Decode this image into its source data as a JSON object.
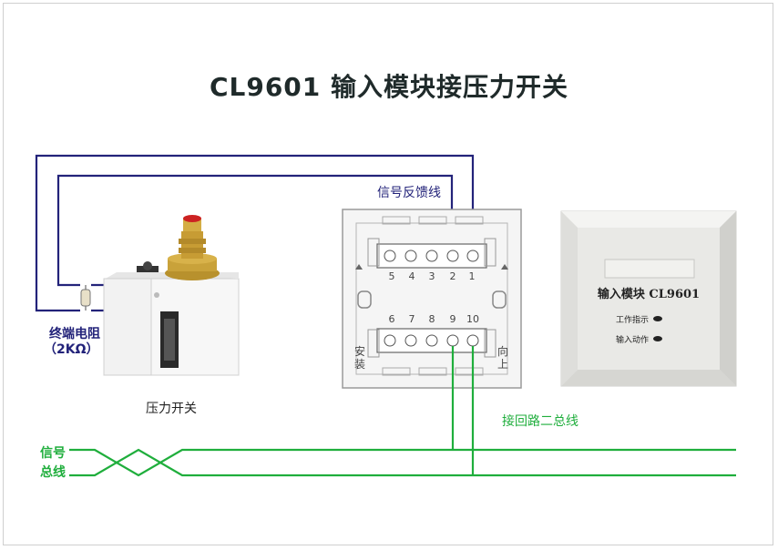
{
  "title": "CL9601 输入模块接压力开关",
  "labels": {
    "signal_feedback": "信号反馈线",
    "end_resistor_line1": "终端电阻",
    "end_resistor_line2": "（2KΩ）",
    "pressure_switch": "压力开关",
    "loop_bus": "接回路二总线",
    "signal_bus_line1": "信号",
    "signal_bus_line2": "总线"
  },
  "terminals": {
    "top": [
      "5",
      "4",
      "3",
      "2",
      "1"
    ],
    "bottom": [
      "6",
      "7",
      "8",
      "9",
      "10"
    ],
    "side_left_1": "安",
    "side_left_2": "装",
    "side_right_1": "向",
    "side_right_2": "上"
  },
  "module_front": {
    "model": "输入模块  CL9601",
    "indicator_work": "工作指示",
    "indicator_input": "输入动作"
  },
  "colors": {
    "feedback_wire": "#23237a",
    "bus_wire": "#1fae3c"
  }
}
